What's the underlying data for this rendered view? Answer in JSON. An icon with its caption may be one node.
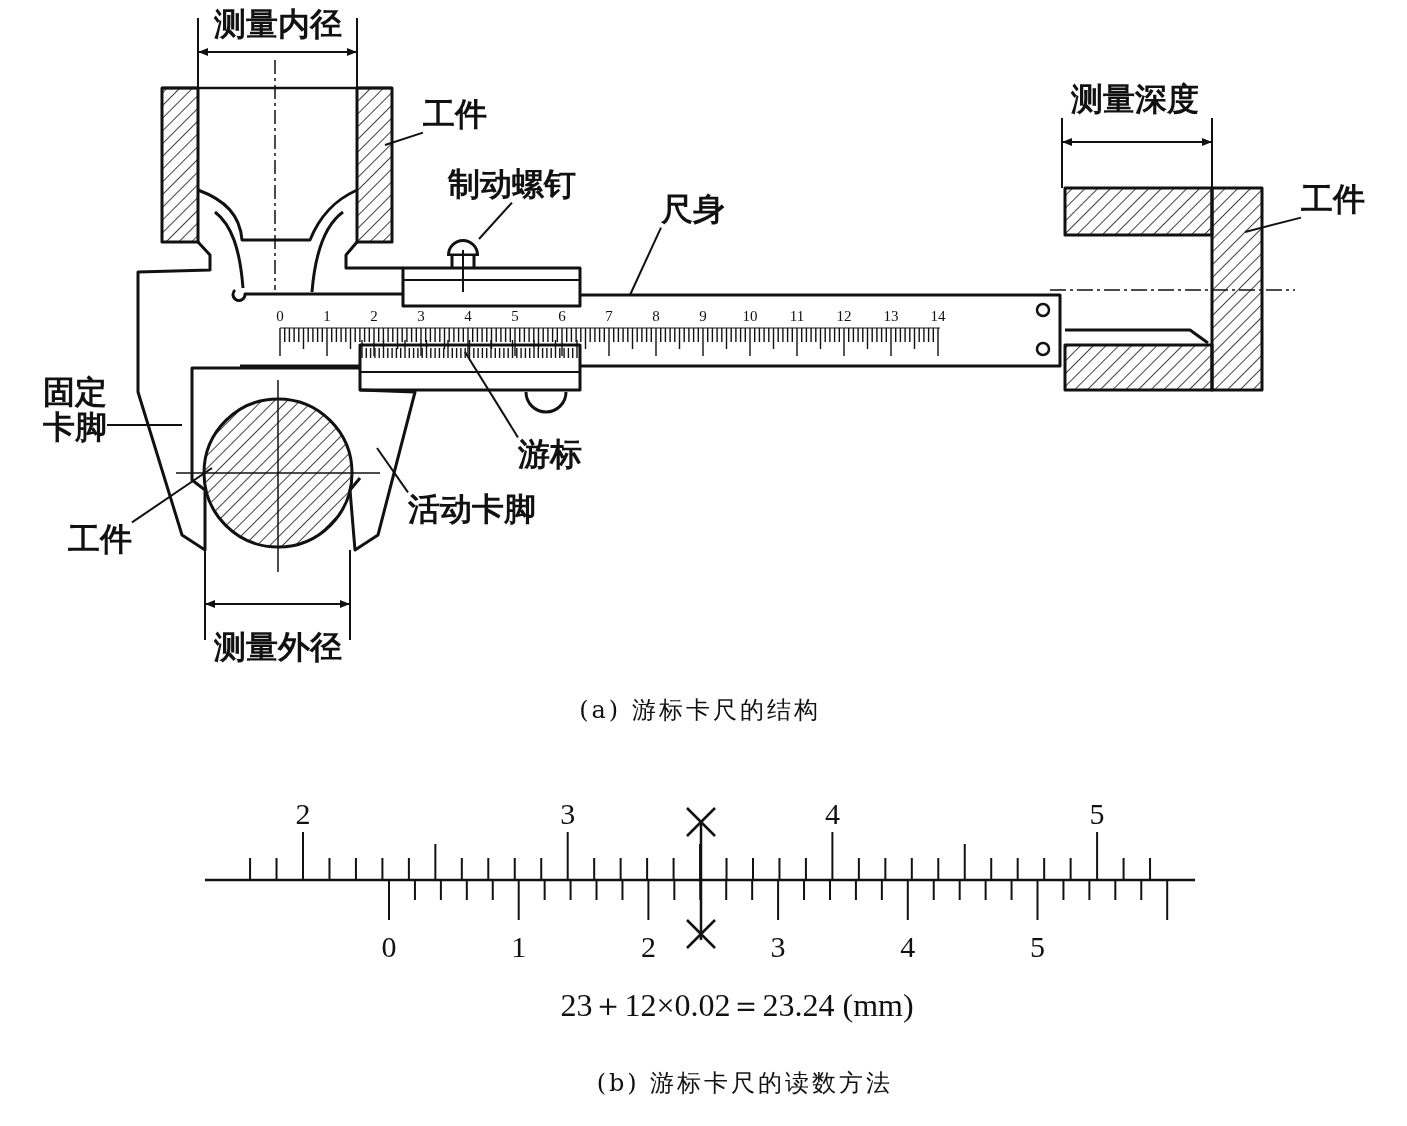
{
  "diagram": {
    "nodes": [
      {
        "text": [
          "工件"
        ]
      },
      {
        "text": [
          "制动螺钉"
        ]
      },
      {
        "text": [
          "尺身"
        ]
      },
      {
        "text": [
          "工件"
        ]
      },
      {
        "text": [
          "固定卡脚"
        ]
      },
      {
        "text": [
          "工件"
        ]
      },
      {
        "text": [
          "游标"
        ]
      },
      {
        "text": [
          "活动卡脚"
        ]
      },
      {
        "text": [],
        "shape": "picture"
      }
    ],
    "edges": [
      {
        "from": 0,
        "to": null,
        "arrow": "none"
      },
      {
        "from": 1,
        "to": 8,
        "arrow": "none"
      },
      {
        "from": 2,
        "to": null,
        "arrow": "none"
      },
      {
        "from": 3,
        "to": null,
        "arrow": "none"
      },
      {
        "from": 4,
        "to": null,
        "arrow": "none"
      },
      {
        "from": 5,
        "to": null,
        "arrow": "none"
      },
      {
        "from": 6,
        "to": null,
        "arrow": "none"
      },
      {
        "from": 7,
        "to": null,
        "arrow": "none"
      }
    ],
    "labels": [
      "测量内径",
      "测量深度",
      "0",
      "1",
      "2",
      "3",
      "4",
      "5",
      "6",
      "7",
      "8",
      "9",
      "10",
      "11",
      "12",
      "13",
      "14",
      "测量外径",
      "(a) 游标卡尺的结构",
      "2",
      "3",
      "4",
      "5",
      "0",
      "1",
      "2",
      "3",
      "4",
      "5",
      "23＋12×0.02＝23.24 (mm)",
      "(b) 游标卡尺的读数方法"
    ]
  }
}
